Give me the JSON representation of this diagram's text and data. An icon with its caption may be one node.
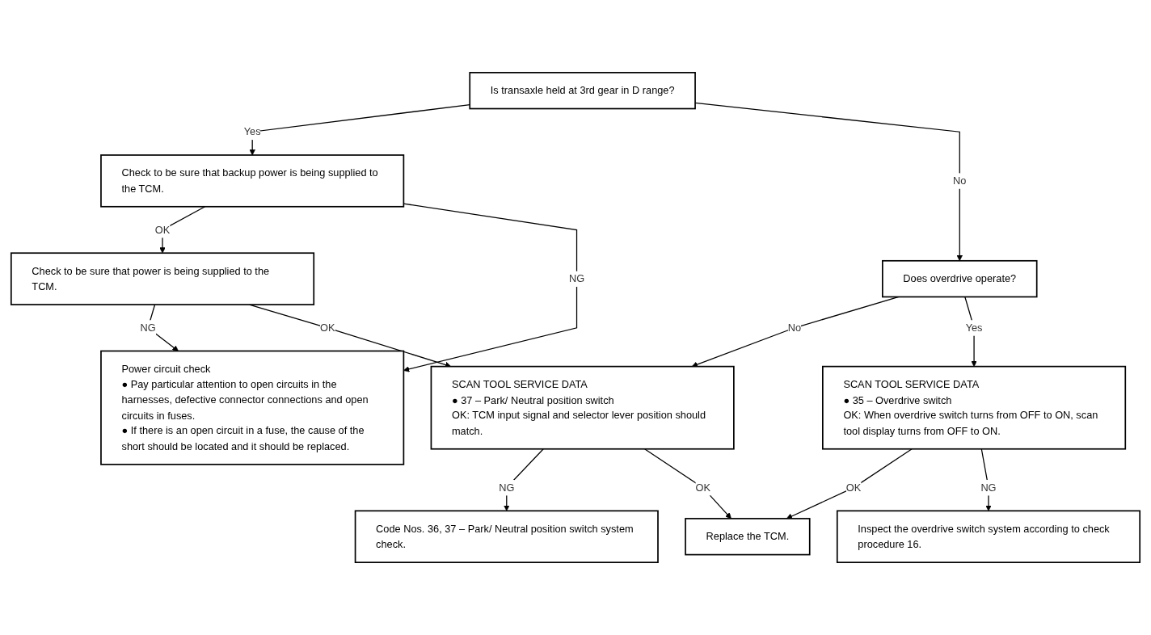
{
  "diagram": {
    "nodes": [
      {
        "text": [
          "Is transaxle held at 3rd gear in D range?"
        ]
      },
      {
        "text": [
          "Check to be sure that backup power is being supplied to the TCM."
        ]
      },
      {
        "text": [
          "Does overdrive operate?"
        ]
      },
      {
        "text": [
          "Check to be sure that power is being supplied to the TCM."
        ]
      },
      {
        "text": [
          "SCAN TOOL SERVICE DATA",
          "● 35 – Overdrive switch",
          "OK: When overdrive switch turns from OFF to ON, scan tool display turns from OFF to ON."
        ]
      },
      {
        "text": [
          "SCAN TOOL SERVICE DATA",
          "● 37 – Park/ Neutral position switch",
          "OK: TCM input signal and selector lever position should match."
        ]
      },
      {
        "text": [
          "Inspect the overdrive switch system according to check procedure 16."
        ]
      },
      {
        "text": [
          "Replace the TCM."
        ]
      },
      {
        "text": [
          "Code Nos. 36, 37 – Park/ Neutral position switch system check."
        ]
      },
      {
        "text": [
          "Power circuit check",
          "● Pay particular attention to open circuits in the harnesses, defective connector connections and open circuits in fuses.",
          "● If there is an open circuit in a fuse, the cause of the short should be located and it should be replaced."
        ]
      }
    ],
    "edges": [
      {
        "from": 0,
        "to": 1,
        "arrow": "to",
        "label": "Yes"
      },
      {
        "from": 0,
        "to": 2,
        "arrow": "to",
        "label": "No"
      },
      {
        "from": 1,
        "to": 3,
        "arrow": "to",
        "label": "OK"
      },
      {
        "from": 1,
        "to": 9,
        "arrow": "to",
        "label": "NG"
      },
      {
        "from": 2,
        "to": 5,
        "arrow": "to",
        "label": "No"
      },
      {
        "from": 2,
        "to": 4,
        "arrow": "to",
        "label": "Yes"
      },
      {
        "from": 3,
        "to": 9,
        "arrow": "to",
        "label": "NG"
      },
      {
        "from": 3,
        "to": 5,
        "arrow": "to",
        "label": "OK"
      },
      {
        "from": 4,
        "to": 7,
        "arrow": "to",
        "label": "OK"
      },
      {
        "from": 4,
        "to": 6,
        "arrow": "to",
        "label": "NG"
      },
      {
        "from": 5,
        "to": 8,
        "arrow": "to",
        "label": "NG"
      },
      {
        "from": 5,
        "to": 7,
        "arrow": "to",
        "label": "OK"
      }
    ]
  }
}
